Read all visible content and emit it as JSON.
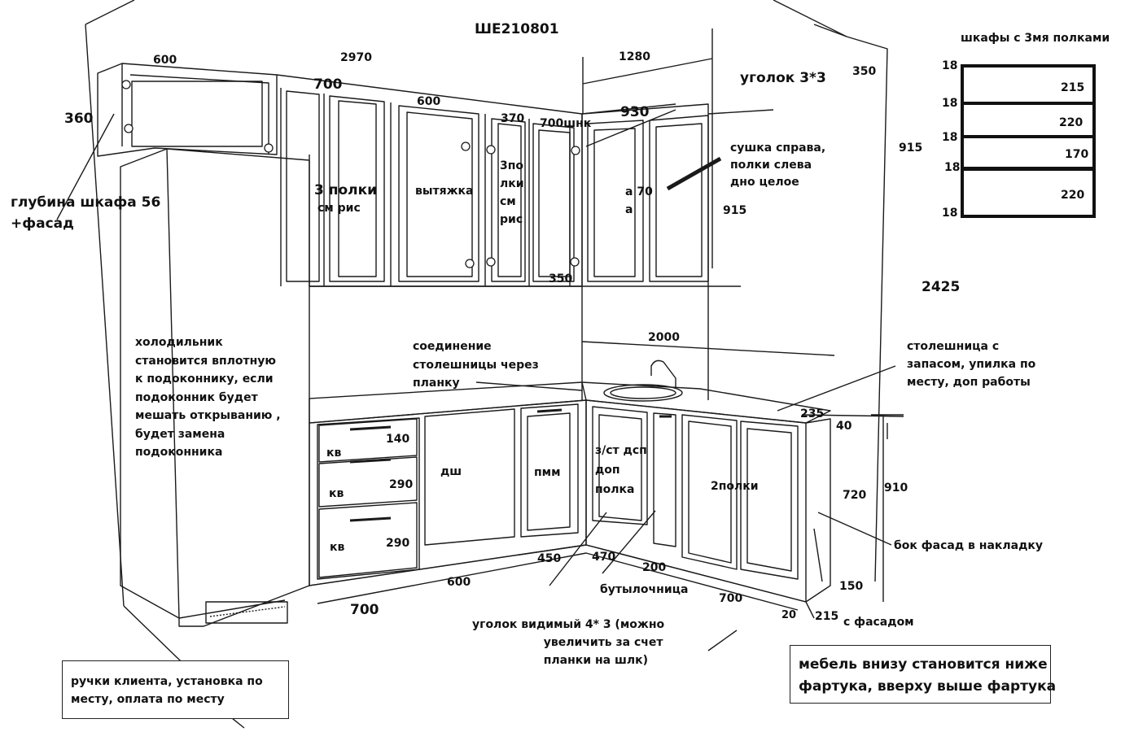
{
  "title": "ШЕ210801",
  "dimensions": {
    "top_total": "2970",
    "top_left": "600",
    "top_700": "700",
    "top_600": "600",
    "top_370": "370",
    "top_700shnk": "700шнк",
    "corner_1280": "1280",
    "corner_930": "930",
    "corner_350_top": "350",
    "height_915_top": "915",
    "height_915_right": "915",
    "height_360": "360",
    "upper_350": "350",
    "wall_2425": "2425",
    "wall_2000": "2000",
    "drawer_140": "140",
    "drawer_290_a": "290",
    "drawer_290_b": "290",
    "base_450": "450",
    "base_470": "470",
    "base_200": "200",
    "base_600": "600",
    "base_700_left": "700",
    "base_700_right": "700",
    "counter_235": "235",
    "counter_40": "40",
    "base_720": "720",
    "base_910": "910",
    "plinth_150": "150",
    "side_20": "20",
    "side_215": "215"
  },
  "labels": {
    "corner_angle": "уголок 3*3",
    "cabinet_depth": "глубина шкафа 56\n+фасад",
    "three_shelves": "3 полки",
    "see_pic": "см рис",
    "hood": "вытяжка",
    "three_shelves_narrow": "3по\nлки\nсм\nрис",
    "dryer": "сушка справа,\nполки слева\nдно целое",
    "hidden_cab_1": "а 70",
    "hidden_cab_2": "а",
    "fridge_note": "холодильник\nстановится вплотную\nк подоконнику, если\nподоконник будет\nмешать открыванию ,\nбудет замена\nподоконника",
    "counter_joint": "соединение\nстолешницы через\nпланку",
    "counter_spare": "столешница с\nзапасом, упилка по\nместу, доп работы",
    "drawer_kv_1": "кв",
    "drawer_kv_2": "кв",
    "drawer_kv_3": "кв",
    "dishwasher": "дш",
    "pmm": "пмм",
    "sink_cab": "з/ст дсп\nдоп\nполка",
    "two_shelves": "2полки",
    "side_facade": "бок фасад в накладку",
    "bottle_holder": "бутылочница",
    "visible_corner": "уголок видимый 4* 3 (можно\n                  увеличить за счет\n                  планки на шлк)",
    "with_facade": "с фасадом"
  },
  "notes": {
    "client_handles": "ручки клиента, установка по\nместу, оплата по месту",
    "furniture_note": "мебель внизу становится ниже\nфартука, вверху выше фартука"
  },
  "shelf_diagram": {
    "title": "шкафы с 3мя полками",
    "thickness_labels": [
      "18",
      "18",
      "18",
      "18",
      "18"
    ],
    "gaps": [
      "215",
      "220",
      "170",
      "220"
    ]
  },
  "colors": {
    "line": "#1a1a1a",
    "light_line": "#555555"
  }
}
